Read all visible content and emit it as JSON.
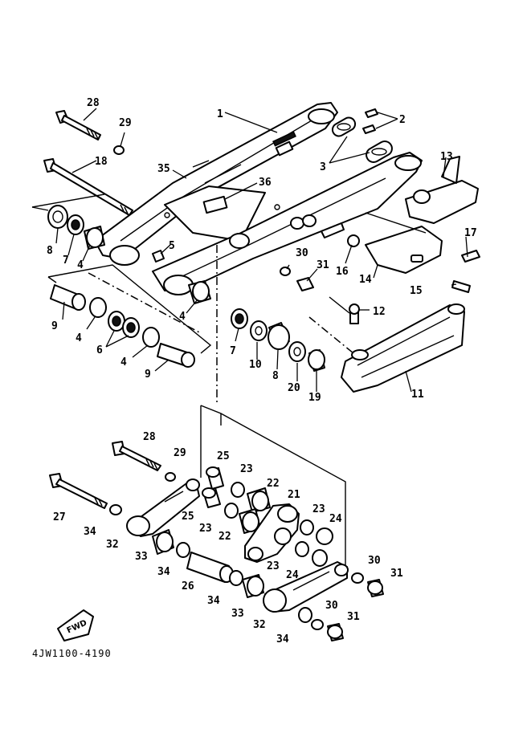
{
  "diagram": {
    "catalog_code": "4JW1100-4190",
    "fwd_label": "FWD",
    "callouts": {
      "c1": "1",
      "c2": "2",
      "c3": "3",
      "c4a": "4",
      "c4b": "4",
      "c4c": "4",
      "c4d": "4",
      "c5": "5",
      "c6": "6",
      "c7a": "7",
      "c7b": "7",
      "c8a": "8",
      "c8b": "8",
      "c9a": "9",
      "c9b": "9",
      "c10": "10",
      "c11": "11",
      "c12": "12",
      "c13": "13",
      "c14": "14",
      "c15": "15",
      "c16": "16",
      "c17": "17",
      "c18": "18",
      "c19": "19",
      "c20": "20",
      "c21": "21",
      "c22a": "22",
      "c22b": "22",
      "c23a": "23",
      "c23b": "23",
      "c23c": "23",
      "c23d": "23",
      "c24a": "24",
      "c24b": "24",
      "c25a": "25",
      "c25b": "25",
      "c26": "26",
      "c27": "27",
      "c28a": "28",
      "c28b": "28",
      "c29a": "29",
      "c29b": "29",
      "c30a": "30",
      "c30b": "30",
      "c30c": "30",
      "c31a": "31",
      "c31b": "31",
      "c31c": "31",
      "c32a": "32",
      "c32b": "32",
      "c33a": "33",
      "c33b": "33",
      "c34a": "34",
      "c34b": "34",
      "c34c": "34",
      "c35": "35",
      "c36": "36"
    }
  }
}
